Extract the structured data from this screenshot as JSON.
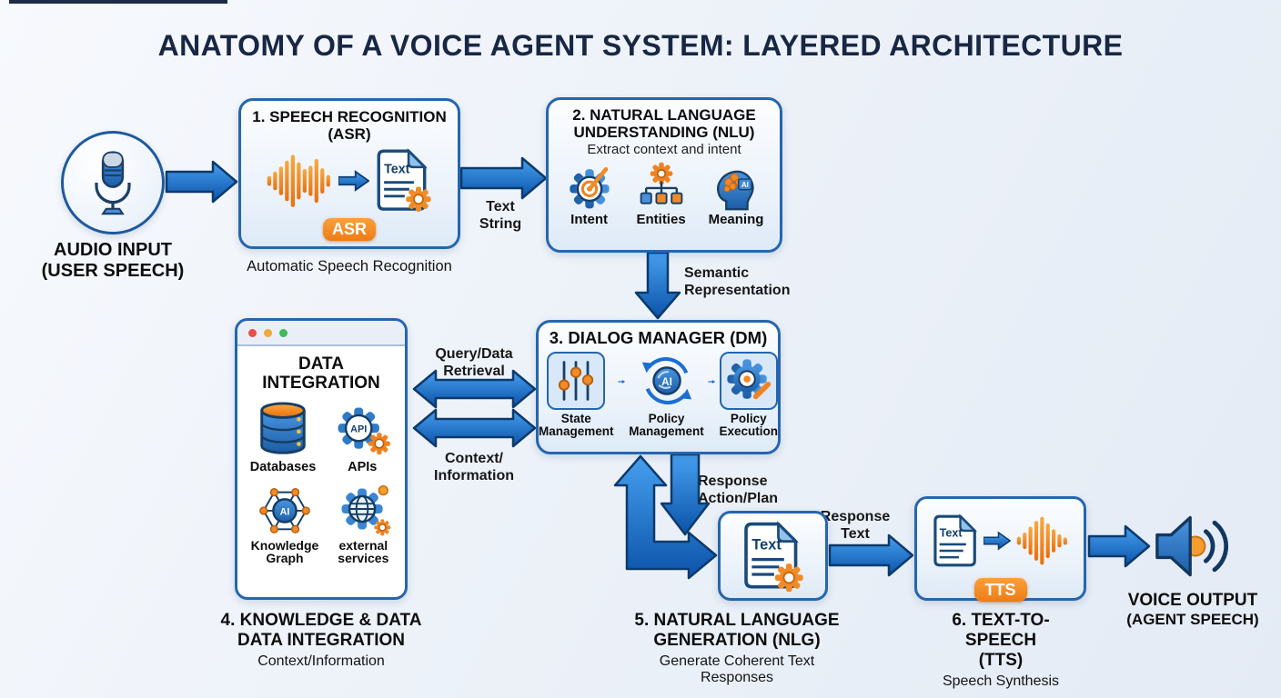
{
  "title": "ANATOMY OF A VOICE AGENT SYSTEM: LAYERED ARCHITECTURE",
  "nodes": {
    "audio_input": {
      "label_line1": "AUDIO INPUT",
      "label_line2": "(USER SPEECH)",
      "icon": "microphone-icon"
    },
    "asr": {
      "title_line1": "1. SPEECH RECOGNITION",
      "title_line2": "(ASR)",
      "badge": "ASR",
      "doc_label": "Text",
      "caption": "Automatic Speech Recognition",
      "icons": [
        "waveform-icon",
        "arrow-right-icon",
        "text-document-gear-icon"
      ]
    },
    "nlu": {
      "title_line1": "2. NATURAL LANGUAGE",
      "title_line2": "UNDERSTANDING (NLU)",
      "subtitle": "Extract context and intent",
      "items": [
        {
          "label": "Intent",
          "icon": "gear-target-dart-icon"
        },
        {
          "label": "Entities",
          "icon": "gear-hierarchy-icon"
        },
        {
          "label": "Meaning",
          "icon": "ai-head-brain-icon",
          "ai_badge": "AI"
        }
      ]
    },
    "dm": {
      "title": "3. DIALOG MANAGER (DM)",
      "items": [
        {
          "label_line1": "State",
          "label_line2": "Management",
          "icon": "sliders-icon"
        },
        {
          "label_line1": "Policy",
          "label_line2": "Management",
          "icon": "ai-brain-cycle-icon",
          "ai_badge": "AI"
        },
        {
          "label_line1": "Policy",
          "label_line2": "Execution",
          "icon": "gear-arrow-icon"
        }
      ]
    },
    "data_integration": {
      "window_title_line1": "DATA",
      "window_title_line2": "INTEGRATION",
      "items": [
        {
          "label": "Databases",
          "icon": "database-icon"
        },
        {
          "label": "APIs",
          "icon": "api-gear-icon",
          "badge": "API"
        },
        {
          "label_line1": "Knowledge",
          "label_line2": "Graph",
          "icon": "knowledge-graph-icon",
          "ai_badge": "AI"
        },
        {
          "label_line1": "external",
          "label_line2": "services",
          "icon": "globe-gear-icon"
        }
      ],
      "caption_line1": "4. KNOWLEDGE & DATA",
      "caption_line2": "DATA INTEGRATION",
      "caption_line3": "Context/Information"
    },
    "nlg": {
      "doc_label": "Text",
      "icon": "text-document-gear-icon",
      "caption_line1": "5. NATURAL LANGUAGE",
      "caption_line2": "GENERATION (NLG)",
      "caption_line3": "Generate Coherent Text Responses"
    },
    "tts": {
      "doc_label": "Text",
      "badge": "TTS",
      "icons": [
        "text-document-icon",
        "arrow-right-icon",
        "waveform-icon"
      ],
      "caption_line1": "6. TEXT-TO-SPEECH",
      "caption_line2": "(TTS)",
      "caption_line3": "Speech Synthesis"
    },
    "voice_output": {
      "label_line1": "VOICE OUTPUT",
      "label_line2": "(AGENT SPEECH)",
      "icon": "speaker-icon"
    }
  },
  "edges": {
    "text_string": {
      "line1": "Text",
      "line2": "String"
    },
    "semantic": {
      "line1": "Semantic",
      "line2": "Representation"
    },
    "query_data": {
      "line1": "Query/Data",
      "line2": "Retrieval"
    },
    "context_info": {
      "line1": "Context/",
      "line2": "Information"
    },
    "response_action": {
      "line1": "Response",
      "line2": "Action/Plan"
    },
    "response_text": {
      "line1": "Response",
      "line2": "Text"
    }
  },
  "colors": {
    "title_navy": "#182743",
    "box_border": "#2566ae",
    "arrow_blue": "#1e7ad8",
    "arrow_outline": "#0c3a6b",
    "orange": "#ef8320",
    "badge_orange": "#ee7c15",
    "dot_red": "#e85045",
    "dot_yellow": "#f2a93b",
    "dot_green": "#3fbb58"
  }
}
